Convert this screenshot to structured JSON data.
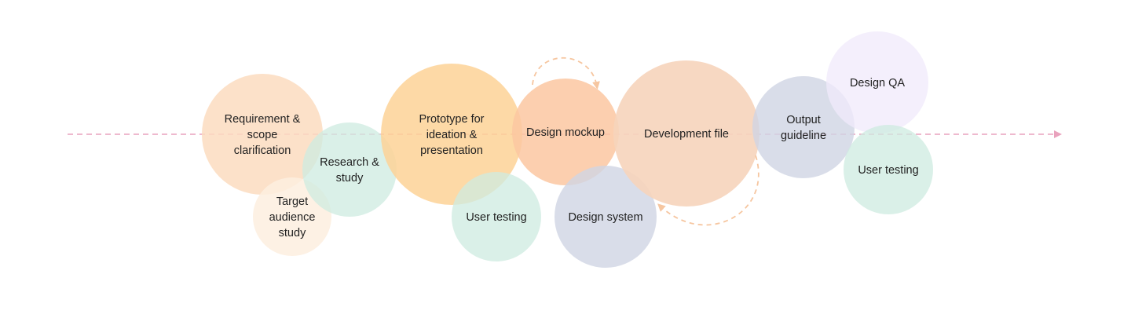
{
  "diagram": {
    "colors": {
      "timeline": "#e9a2bd",
      "loop_arrow": "#f6c6a0",
      "text": "#222222"
    },
    "nodes": [
      {
        "id": "requirement",
        "lines": [
          "Requirement &",
          "scope",
          "clarification"
        ],
        "fill": "#fcdcc0",
        "opacity": 0.85
      },
      {
        "id": "target-audience",
        "lines": [
          "Target",
          "audience",
          "study"
        ],
        "fill": "#fdeedf",
        "opacity": 0.85
      },
      {
        "id": "research",
        "lines": [
          "Research &",
          "study"
        ],
        "fill": "#cdebe0",
        "opacity": 0.75
      },
      {
        "id": "prototype",
        "lines": [
          "Prototype for",
          "ideation &",
          "presentation"
        ],
        "fill": "#fdd296",
        "opacity": 0.85
      },
      {
        "id": "user-testing-1",
        "lines": [
          "User testing"
        ],
        "fill": "#cdebe0",
        "opacity": 0.75
      },
      {
        "id": "design-mockup",
        "lines": [
          "Design mockup"
        ],
        "fill": "#fcc7a1",
        "opacity": 0.85
      },
      {
        "id": "design-system",
        "lines": [
          "Design system"
        ],
        "fill": "#cfd4e3",
        "opacity": 0.8
      },
      {
        "id": "development-file",
        "lines": [
          "Development file"
        ],
        "fill": "#f6d4bb",
        "opacity": 0.9
      },
      {
        "id": "output-guideline",
        "lines": [
          "Output",
          "guideline"
        ],
        "fill": "#cfd4e3",
        "opacity": 0.8
      },
      {
        "id": "design-qa",
        "lines": [
          "Design QA"
        ],
        "fill": "#f0eafb",
        "opacity": 0.75
      },
      {
        "id": "user-testing-2",
        "lines": [
          "User testing"
        ],
        "fill": "#cdebe0",
        "opacity": 0.75
      }
    ]
  }
}
